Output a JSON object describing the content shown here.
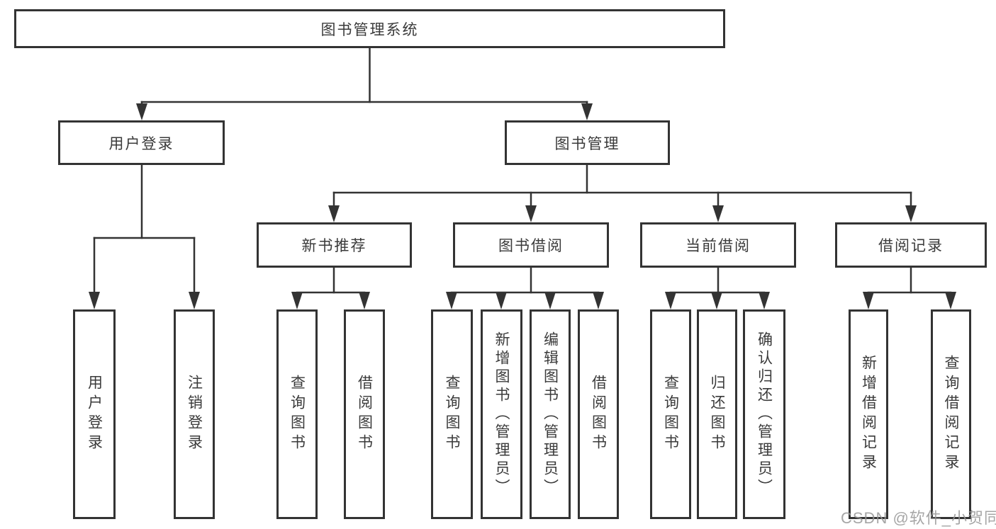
{
  "diagram": {
    "root": {
      "label": "图书管理系统"
    },
    "level2": [
      {
        "label": "用户登录"
      },
      {
        "label": "图书管理"
      }
    ],
    "level3": [
      {
        "label": "新书推荐"
      },
      {
        "label": "图书借阅"
      },
      {
        "label": "当前借阅"
      },
      {
        "label": "借阅记录"
      }
    ],
    "leaves": [
      {
        "label": "用户登录",
        "parent": "用户登录"
      },
      {
        "label": "注销登录",
        "parent": "用户登录"
      },
      {
        "label": "查询图书",
        "parent": "新书推荐"
      },
      {
        "label": "借阅图书",
        "parent": "新书推荐"
      },
      {
        "label": "查询图书",
        "parent": "图书借阅"
      },
      {
        "label": "新增图书（管理员）",
        "parent": "图书借阅"
      },
      {
        "label": "编辑图书（管理员）",
        "parent": "图书借阅"
      },
      {
        "label": "借阅图书",
        "parent": "图书借阅"
      },
      {
        "label": "查询图书",
        "parent": "当前借阅"
      },
      {
        "label": "归还图书",
        "parent": "当前借阅"
      },
      {
        "label": "确认归还（管理员）",
        "parent": "当前借阅"
      },
      {
        "label": "新增借阅记录",
        "parent": "借阅记录"
      },
      {
        "label": "查询借阅记录",
        "parent": "借阅记录"
      }
    ]
  },
  "watermark": {
    "text": "CSDN @软件_小贺同学"
  },
  "colors": {
    "line": "#333333",
    "border": "#333333",
    "text": "#3a3a3a",
    "background": "#ffffff",
    "watermark": "#969696"
  }
}
